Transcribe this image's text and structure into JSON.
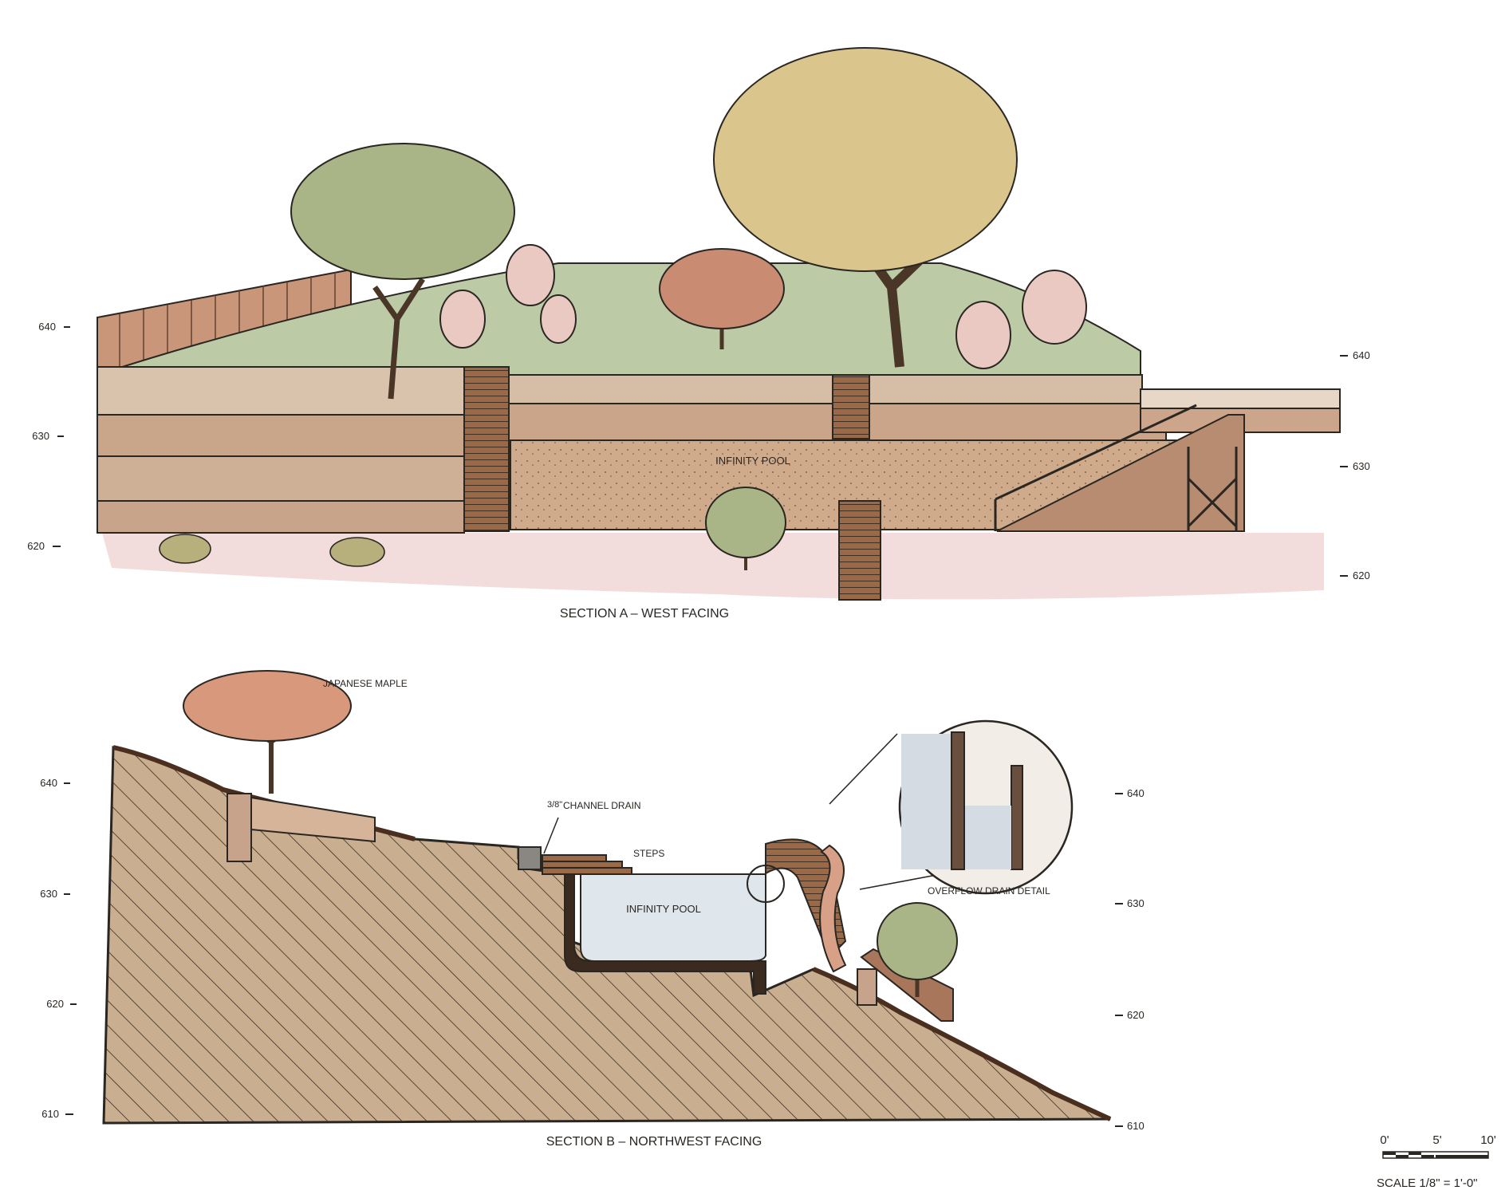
{
  "section_a": {
    "title": "SECTION A  –  WEST FACING",
    "pool_label": "INFINITY POOL",
    "elev_left": [
      "640",
      "630",
      "620"
    ],
    "elev_right": [
      "640",
      "630",
      "620"
    ]
  },
  "section_b": {
    "title": "SECTION B  –  NORTHWEST FACING",
    "labels": {
      "maple": "JAPANESE MAPLE",
      "drain_frac": "3/8\"",
      "drain": "CHANNEL DRAIN",
      "steps": "STEPS",
      "pool": "INFINITY POOL",
      "detail": "OVERFLOW DRAIN DETAIL"
    },
    "elev_left": [
      "640",
      "630",
      "620",
      "610"
    ],
    "elev_right": [
      "640",
      "630",
      "620",
      "610"
    ]
  },
  "scale_bar": {
    "marks": [
      "0'",
      "5'",
      "10'"
    ],
    "text": "SCALE 1/8\" = 1'-0\""
  },
  "colors": {
    "soil": "#c4a88a",
    "lawn": "#bfcfaa",
    "tree_green": "#a8b483",
    "tree_gold": "#d9c68c",
    "maple": "#d49478",
    "wood": "#8a5a3c",
    "pool": "#dde4ea",
    "ink": "#2a2622"
  }
}
